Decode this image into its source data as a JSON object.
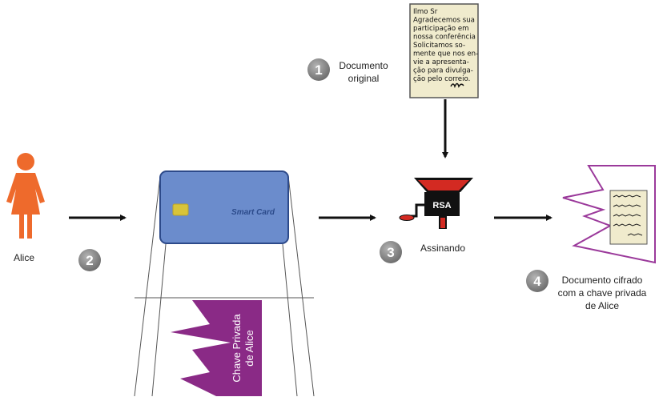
{
  "steps": [
    {
      "number": "1",
      "label_lines": [
        "Documento",
        "original"
      ]
    },
    {
      "number": "2"
    },
    {
      "number": "3",
      "label_lines": [
        "Assinando"
      ]
    },
    {
      "number": "4",
      "label_lines": [
        "Documento cifrado",
        "com a chave privada",
        "de Alice"
      ]
    }
  ],
  "person": {
    "label": "Alice",
    "color": "#ee6a2c"
  },
  "smart_card": {
    "label": "Smart Card",
    "color": "#6b8ccc"
  },
  "private_key": {
    "label_lines": [
      "Chave Privada",
      "de Alice"
    ],
    "color": "#8a2a86"
  },
  "machine": {
    "label": "RSA"
  },
  "original_document": {
    "lines": [
      "Ilmo Sr",
      "Agradecemos sua",
      "participação em",
      "nossa conferência",
      "Solicitamos so-",
      "mente que nos en-",
      "vie a apresenta-",
      "ção para divulga-",
      "ção pelo correio."
    ]
  }
}
